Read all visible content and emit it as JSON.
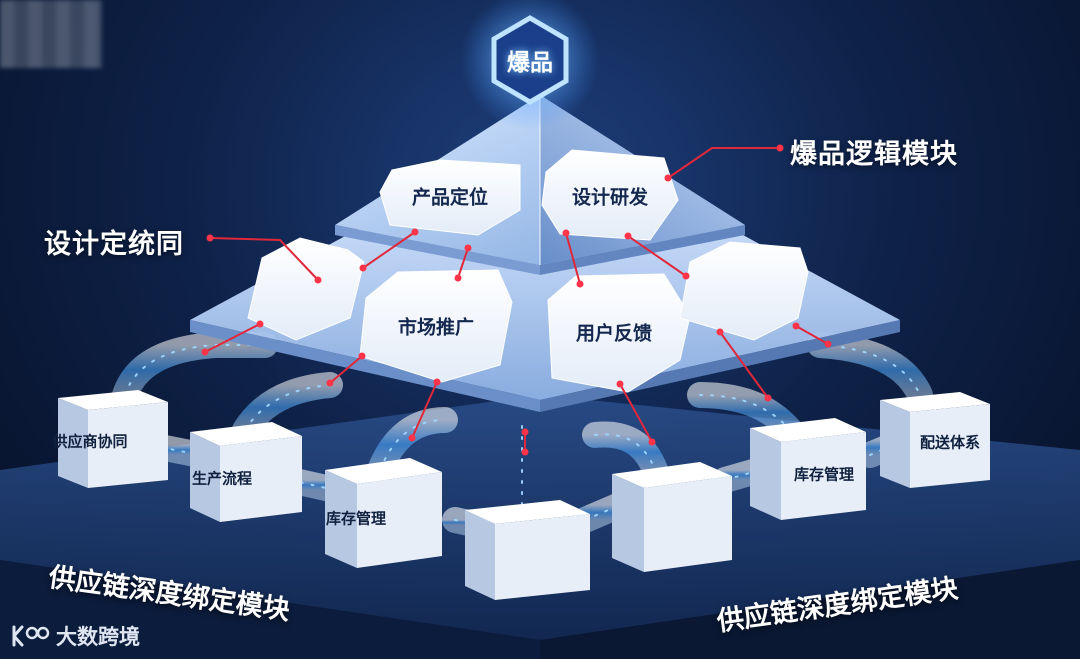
{
  "top_node": {
    "label": "爆品"
  },
  "callouts": {
    "logic_module": "爆品逻辑模块",
    "design_unify": "设计定统同",
    "supply_left": "供应链深度绑定模块",
    "supply_right": "供应链深度绑定模块"
  },
  "upper_tier": [
    {
      "label": "产品定位"
    },
    {
      "label": "设计研发"
    }
  ],
  "middle_tier": [
    {
      "label": ""
    },
    {
      "label": "市场推广"
    },
    {
      "label": "用户反馈"
    },
    {
      "label": ""
    }
  ],
  "supply_cubes": [
    {
      "label": "供应商协同"
    },
    {
      "label": "生产流程"
    },
    {
      "label": "库存管理"
    },
    {
      "label": ""
    },
    {
      "label": ""
    },
    {
      "label": "库存管理"
    },
    {
      "label": "配送体系"
    }
  ],
  "watermark": {
    "text": "大数跨境",
    "logo": "kcoo-logo"
  },
  "colors": {
    "accent_blue": "#3aa0ff",
    "connector_red": "#e0283a",
    "background": "#0e2147"
  }
}
